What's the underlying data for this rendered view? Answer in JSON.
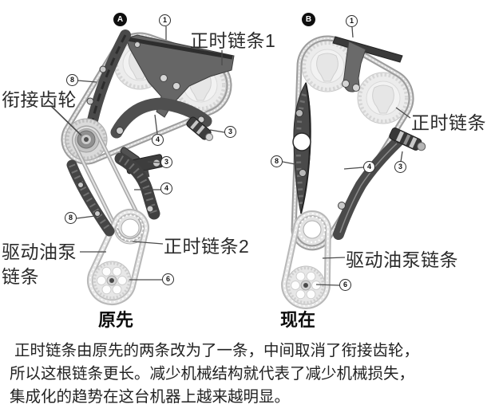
{
  "colors": {
    "background": "#ffffff",
    "chain_gray": "#9c9c9c",
    "part_dark": "#464646",
    "text": "#222222"
  },
  "figure": {
    "left": {
      "badge": "A",
      "caption": "原先",
      "labels": {
        "timing_chain_1": "正时链条1",
        "link_gear": "衔接齿轮",
        "oil_pump_chain_line_1": "驱动油泵",
        "oil_pump_chain_line_2": "链条",
        "timing_chain_2": "正时链条2"
      },
      "callouts": [
        "1",
        "8",
        "4",
        "3",
        "3",
        "4",
        "8",
        "6"
      ]
    },
    "right": {
      "badge": "B",
      "caption": "现在",
      "labels": {
        "timing_chain": "正时链条",
        "oil_pump_chain": "驱动油泵链条"
      },
      "callouts": [
        "1",
        "8",
        "4",
        "3",
        "6"
      ]
    }
  },
  "paragraph": {
    "lines": [
      "正时链条由原先的两条改为了一条，中间取消了衔接齿轮，",
      "所以这根链条更长。减少机械结构就代表了减少机械损失，",
      "集成化的趋势在这台机器上越来越明显。"
    ]
  }
}
